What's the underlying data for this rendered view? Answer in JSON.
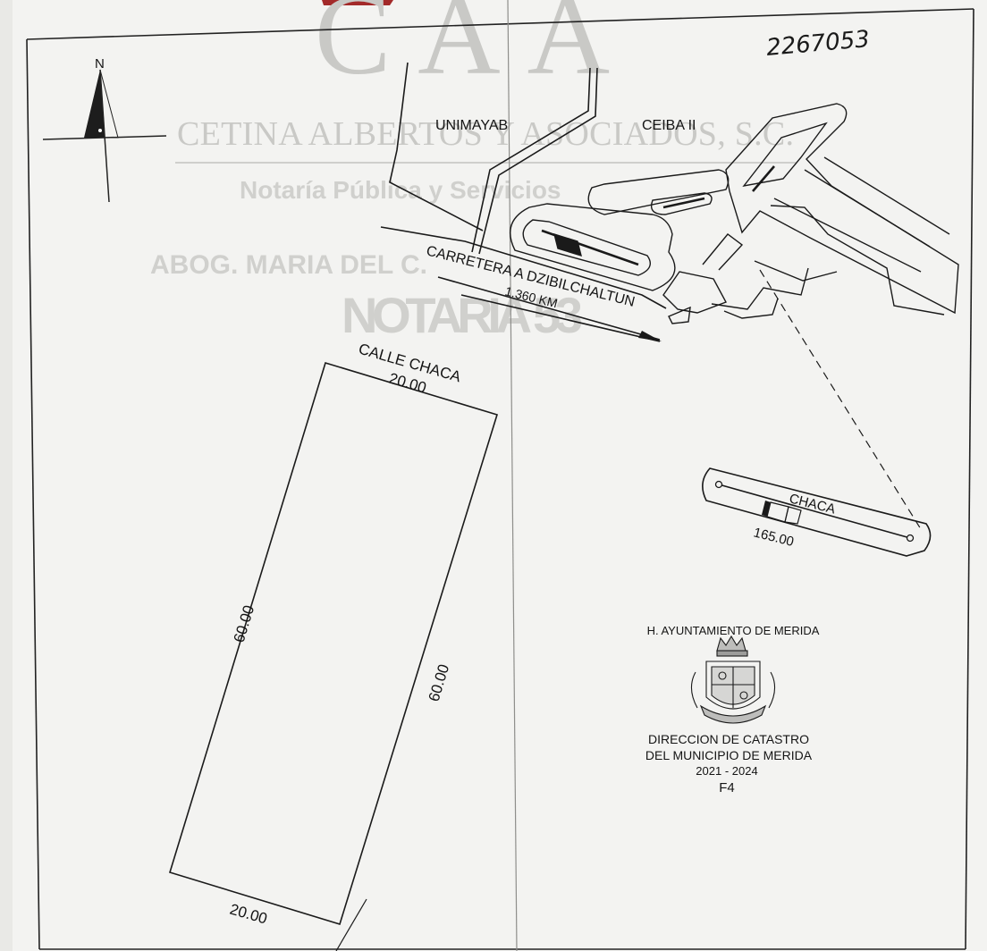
{
  "handwritten_note": "2267053",
  "north_label": "N",
  "watermark": {
    "letters": "CAA",
    "firm": "CETINA ALBERTOS Y ASOCIADOS, S.C.",
    "service": "Notaría Pública y Servicios",
    "lawyer": "ABOG. MARIA DEL C.",
    "notary": "NOTARIA 53"
  },
  "locality_labels": {
    "west": "UNIMAYAB",
    "east": "CEIBA II"
  },
  "road": {
    "name": "CARRETERA A DZIBILCHALTUN",
    "distance": "1.360 KM"
  },
  "lot": {
    "street": "CALLE CHACA",
    "front": "20.00",
    "back": "20.00",
    "left_side": "60.00",
    "right_side": "60.00"
  },
  "detail": {
    "street": "CHACA",
    "distance": "165.00"
  },
  "authority": {
    "council": "H. AYUNTAMIENTO DE MERIDA",
    "department_line1": "DIRECCION DE CATASTRO",
    "department_line2": "DEL MUNICIPIO DE MERIDA",
    "period": "2021 - 2024",
    "sheet": "F4"
  },
  "colors": {
    "paper": "#f3f3f1",
    "ink": "#141414",
    "watermark": "#c9c9c6",
    "stamp_red": "#a32a2a"
  },
  "icons": [
    "north-arrow-icon",
    "coat-of-arms-icon"
  ]
}
